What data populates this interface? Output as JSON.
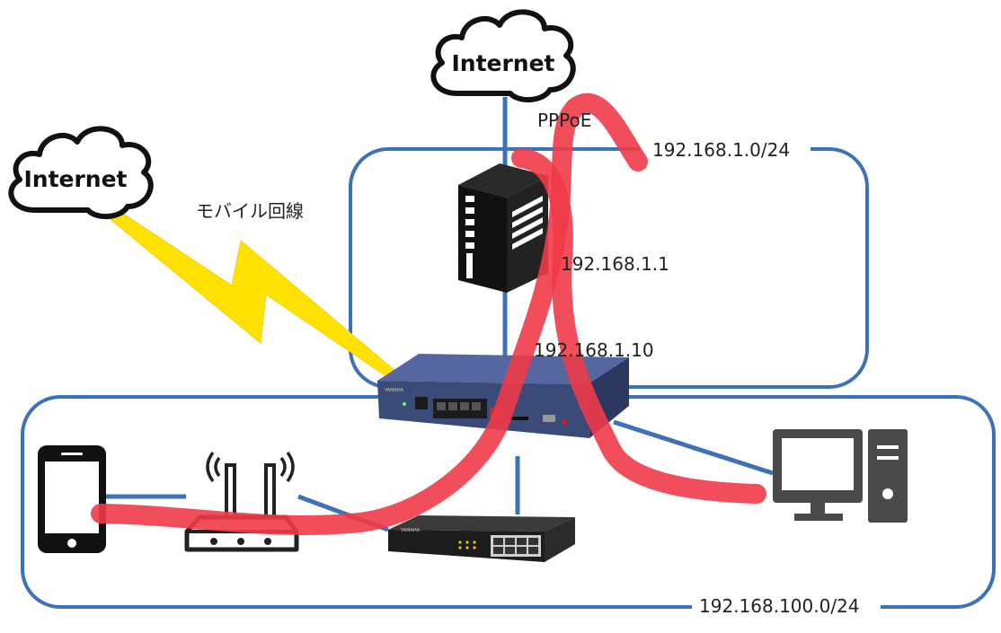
{
  "clouds": {
    "top": {
      "label": "Internet"
    },
    "left": {
      "label": "Internet"
    }
  },
  "labels": {
    "mobile_line": "モバイル回線",
    "pppoe": "PPPoE",
    "upper_network": "192.168.1.0/24",
    "onu_ip": "192.168.1.1",
    "router_ip": "192.168.1.10",
    "lower_network": "192.168.100.0/24"
  },
  "devices": {
    "router_brand": "YAMAHA",
    "switch_brand": "YAMAHA"
  },
  "colors": {
    "network_box": "#3d72b8",
    "link_line": "#3d72b8",
    "traffic_path": "#f03a48",
    "mobile_bolt": "#ffe200",
    "device_dark": "#1a1a1a",
    "router_body": "#3b4b78"
  }
}
